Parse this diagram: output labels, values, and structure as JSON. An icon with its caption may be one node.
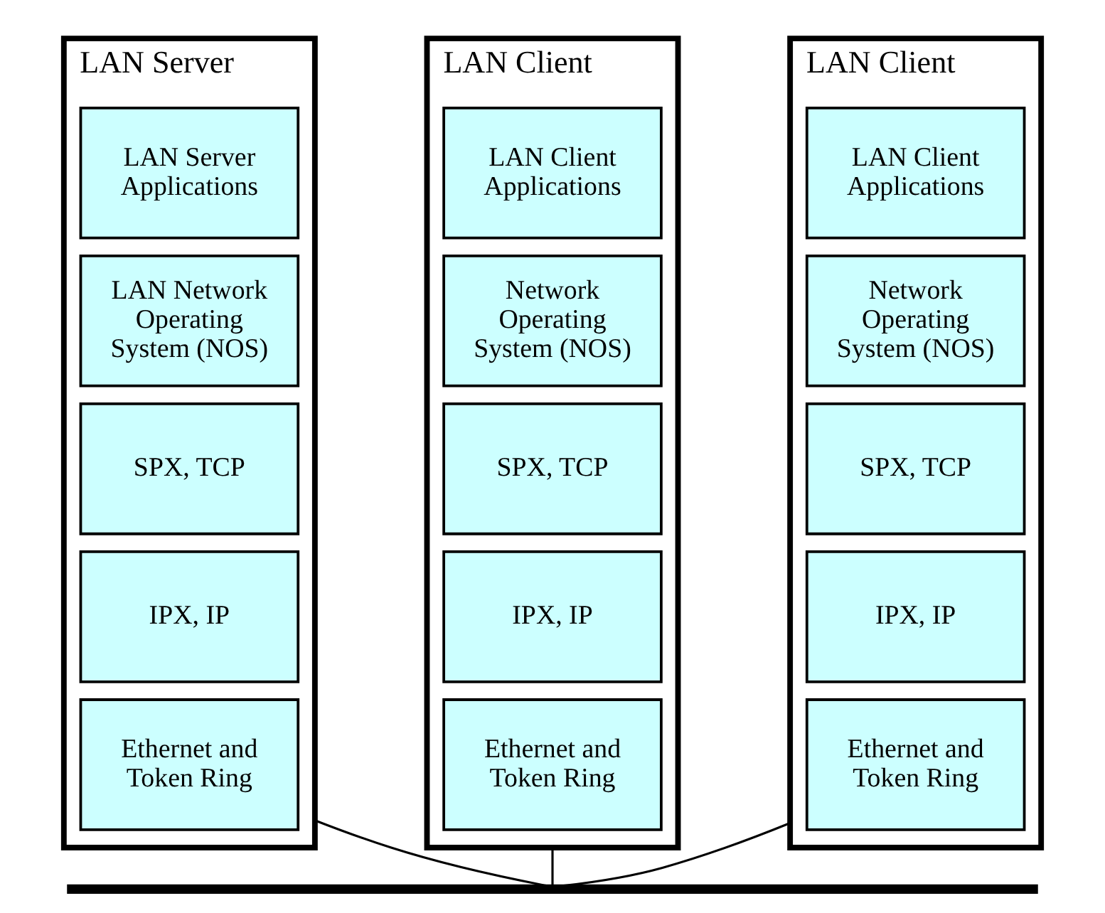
{
  "diagram": {
    "nodes": [
      {
        "text": [
          "LAN Server"
        ]
      },
      {
        "text": [
          "LAN Server Applications"
        ],
        "in": 0
      },
      {
        "text": [
          "LAN Network Operating System (NOS)"
        ],
        "in": 0
      },
      {
        "text": [
          "SPX, TCP"
        ],
        "in": 0
      },
      {
        "text": [
          "IPX, IP"
        ],
        "in": 0
      },
      {
        "text": [
          "Ethernet and Token Ring"
        ],
        "in": 0
      },
      {
        "text": [
          "LAN Client"
        ]
      },
      {
        "text": [
          "LAN Client Applications"
        ],
        "in": 6
      },
      {
        "text": [
          "Network Operating System (NOS)"
        ],
        "in": 6
      },
      {
        "text": [
          "SPX, TCP"
        ],
        "in": 6
      },
      {
        "text": [
          "IPX, IP"
        ],
        "in": 6
      },
      {
        "text": [
          "Ethernet and Token Ring"
        ],
        "in": 6
      },
      {
        "text": [
          "LAN Client"
        ]
      },
      {
        "text": [
          "LAN Client Applications"
        ],
        "in": 12
      },
      {
        "text": [
          "Network Operating System (NOS)"
        ],
        "in": 12
      },
      {
        "text": [
          "SPX, TCP"
        ],
        "in": 12
      },
      {
        "text": [
          "IPX, IP"
        ],
        "in": 12
      },
      {
        "text": [
          "Ethernet and Token Ring"
        ],
        "in": 12
      },
      {
        "text": [],
        "shape": "bar"
      }
    ],
    "edges": [
      {
        "from": 0,
        "to": 18,
        "arrow": "none"
      },
      {
        "from": 6,
        "to": 18,
        "arrow": "none"
      },
      {
        "from": 12,
        "to": 18,
        "arrow": "none"
      }
    ]
  }
}
